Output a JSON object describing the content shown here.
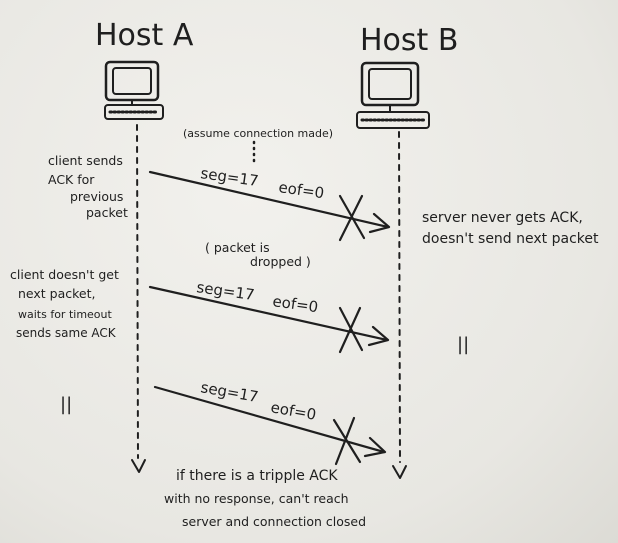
{
  "hosts": {
    "a_label": "Host A",
    "b_label": "Host B"
  },
  "top_note": "(assume connection made)",
  "exchanges": [
    {
      "left_lines": [
        "client sends",
        "ACK for",
        "previous",
        "packet"
      ],
      "seq": "seg=17",
      "eof": "eof=0",
      "right_lines": [
        "server never gets ACK,",
        "doesn't send next packet"
      ]
    },
    {
      "middle_lines": [
        "( packet is",
        "dropped )"
      ],
      "left_lines": [
        "client doesn't get",
        "next packet,",
        "waits for timeout",
        "sends same ACK"
      ],
      "seq": "seg=17",
      "eof": "eof=0",
      "right_mark": "||"
    },
    {
      "left_mark": "||",
      "seq": "seg=17",
      "eof": "eof=0"
    }
  ],
  "bottom_note": [
    "if there is a tripple ACK",
    "with no response, can't reach",
    "server and connection closed"
  ]
}
